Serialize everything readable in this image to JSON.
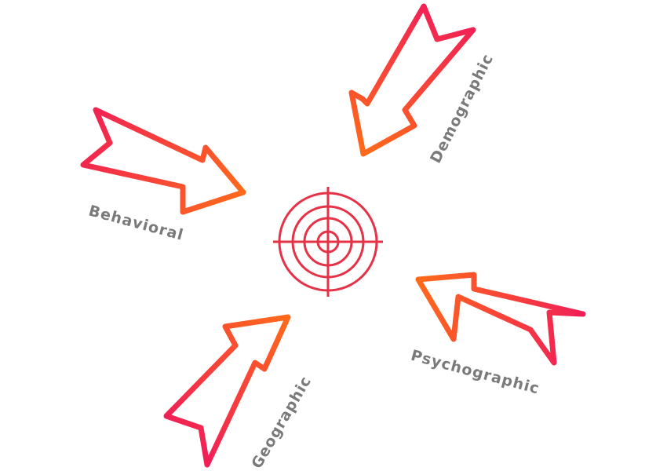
{
  "diagram": {
    "center": {
      "icon": "target-icon"
    },
    "segments": [
      {
        "id": "behavioral",
        "label": "Behavioral"
      },
      {
        "id": "demographic",
        "label": "Demographic"
      },
      {
        "id": "psychographic",
        "label": "Psychographic"
      },
      {
        "id": "geographic",
        "label": "Geographic"
      }
    ]
  },
  "colors": {
    "gradient_start": "#f01f56",
    "gradient_end": "#ff6a1a",
    "label_gray": "#7a7a7a",
    "background": "#ffffff"
  }
}
